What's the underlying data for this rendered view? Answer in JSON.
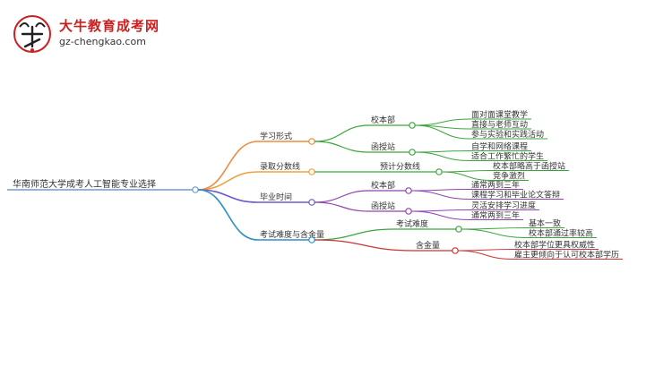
{
  "brand": {
    "name": "大牛教育成考网",
    "url": "gz-chengkao.com"
  },
  "mindmap": {
    "root": "华南师范大学成考人工智能专业选择",
    "branches": [
      {
        "label": "学习形式",
        "color": "#f08a3c",
        "children": [
          {
            "label": "校本部",
            "color": "#3aa63a",
            "leaves": [
              "面对面课堂教学",
              "直接与老师互动",
              "参与实验和实践活动"
            ]
          },
          {
            "label": "函授站",
            "color": "#3aa63a",
            "leaves": [
              "自学和网络课程",
              "适合工作繁忙的学生"
            ]
          }
        ]
      },
      {
        "label": "录取分数线",
        "color": "#f0a03c",
        "children": [
          {
            "label": "预计分数线",
            "color": "#3aa63a",
            "leaves": [
              "校本部略高于函授站",
              "竞争激烈"
            ]
          }
        ]
      },
      {
        "label": "毕业时间",
        "color": "#6a5acd",
        "children": [
          {
            "label": "校本部",
            "color": "#8e44ad",
            "leaves": [
              "通常两到三年",
              "课程学习和毕业论文答辩"
            ]
          },
          {
            "label": "函授站",
            "color": "#8e44ad",
            "leaves": [
              "灵活安排学习进度",
              "通常两到三年"
            ]
          }
        ]
      },
      {
        "label": "考试难度与含金量",
        "color": "#2f8fc9",
        "children": [
          {
            "label": "考试难度",
            "color": "#3aa63a",
            "leaves": [
              "基本一致",
              "校本部通过率较高"
            ]
          },
          {
            "label": "含金量",
            "color": "#cc3333",
            "leaves": [
              "校本部学位更具权威性",
              "雇主更倾向于认可校本部学历"
            ]
          }
        ]
      }
    ]
  }
}
